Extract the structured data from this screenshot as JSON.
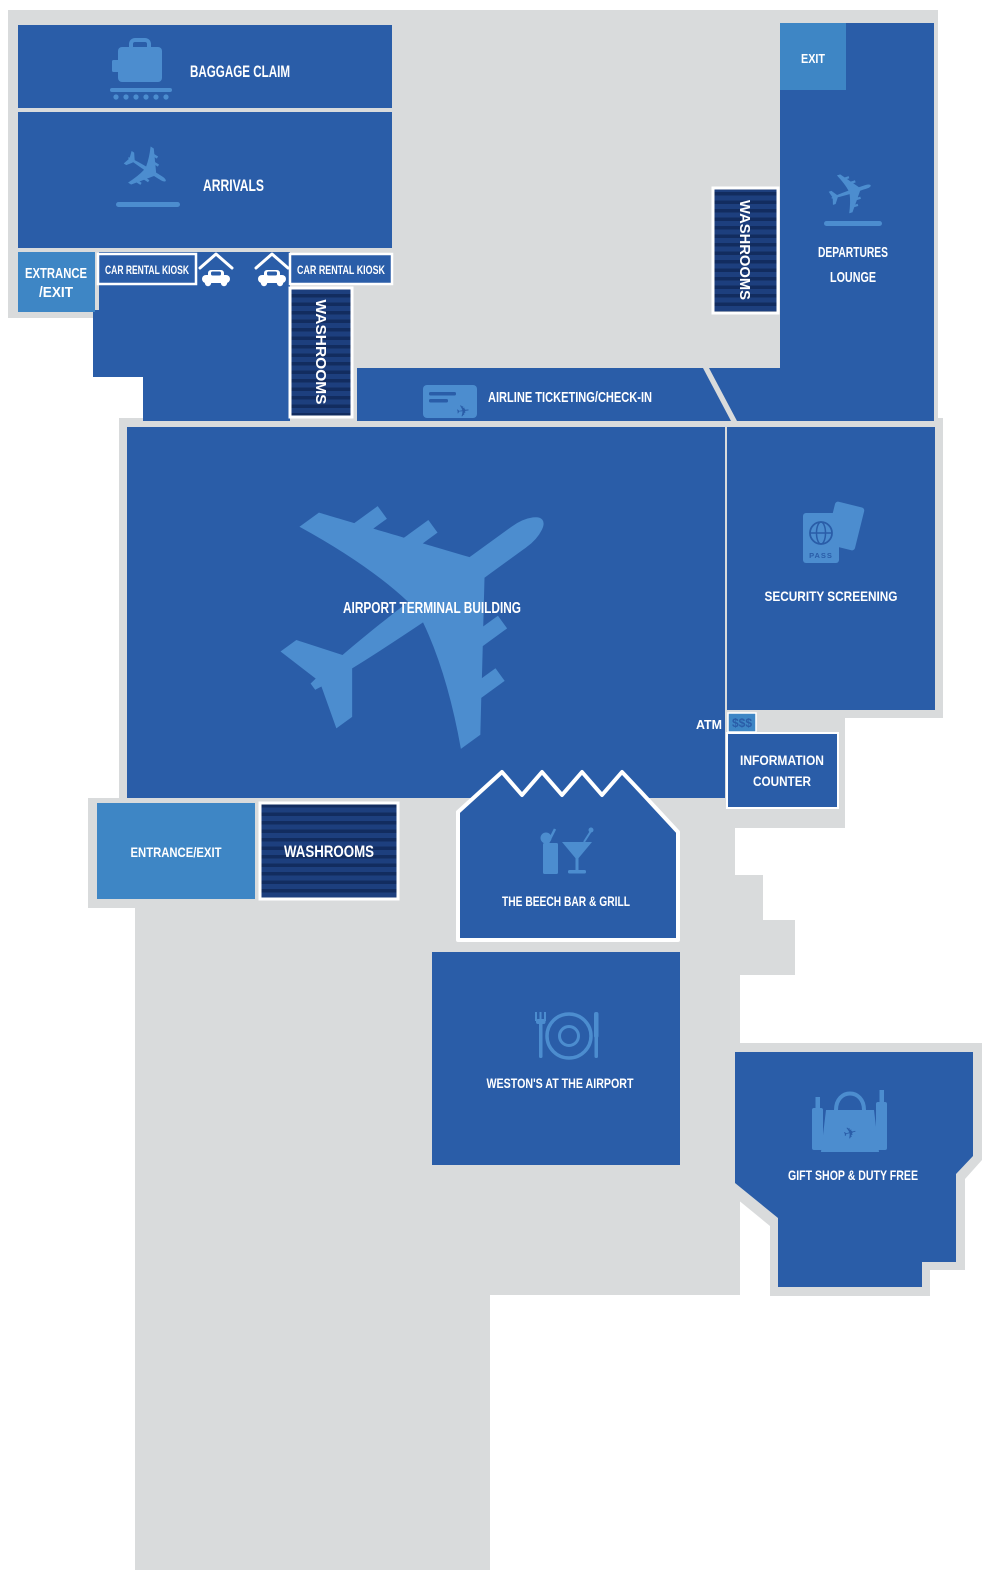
{
  "theme": {
    "backdrop": "#D9DBDC",
    "block_blue": "#2A5DA8",
    "light_blue": "#3E86C5",
    "icon_blue": "#4C8DCF",
    "stripe_light": "#1D3F7E",
    "stripe_dark": "#122C5F",
    "label_white": "#FFFFFF"
  },
  "icons": {
    "airplane_glyph": "✈"
  },
  "areas": {
    "baggage_claim": {
      "label": "BAGGAGE CLAIM",
      "icon": "suitcase-conveyor"
    },
    "arrivals": {
      "label": "ARRIVALS",
      "icon": "landing-airplane"
    },
    "extrance_exit_top": {
      "line1": "EXTRANCE",
      "line2": "/EXIT"
    },
    "car_rental_kiosk_left": {
      "label": "CAR RENTAL KIOSK",
      "icon": "car-garage"
    },
    "car_rental_kiosk_right": {
      "label": "CAR RENTAL KIOSK",
      "icon": "car-garage"
    },
    "washrooms_arrivals": {
      "label": "WASHROOMS"
    },
    "departures_exit": {
      "label": "EXIT"
    },
    "departures_lounge": {
      "line1": "DEPARTURES",
      "line2": "LOUNGE",
      "icon": "takeoff-airplane"
    },
    "washrooms_departures": {
      "label": "WASHROOMS"
    },
    "airline_ticketing": {
      "label": "AIRLINE TICKETING/CHECK-IN",
      "icon": "boarding-pass"
    },
    "terminal_building": {
      "label": "AIRPORT TERMINAL BUILDING",
      "icon": "jumbo-jet"
    },
    "security_screening": {
      "label": "SECURITY SCREENING",
      "icon": "passport"
    },
    "atm": {
      "label": "ATM",
      "symbol": "$$$"
    },
    "information_counter": {
      "line1": "INFORMATION",
      "line2": "COUNTER"
    },
    "entrance_exit_main": {
      "label": "ENTRANCE/EXIT"
    },
    "washrooms_main": {
      "label": "WASHROOMS"
    },
    "beech_bar": {
      "label": "THE BEECH BAR & GRILL",
      "icon": "cocktails"
    },
    "westons": {
      "label": "WESTON'S AT THE AIRPORT",
      "icon": "plate-cutlery"
    },
    "gift_shop": {
      "label": "GIFT SHOP & DUTY FREE",
      "icon": "shopping-bag-bottles"
    }
  }
}
